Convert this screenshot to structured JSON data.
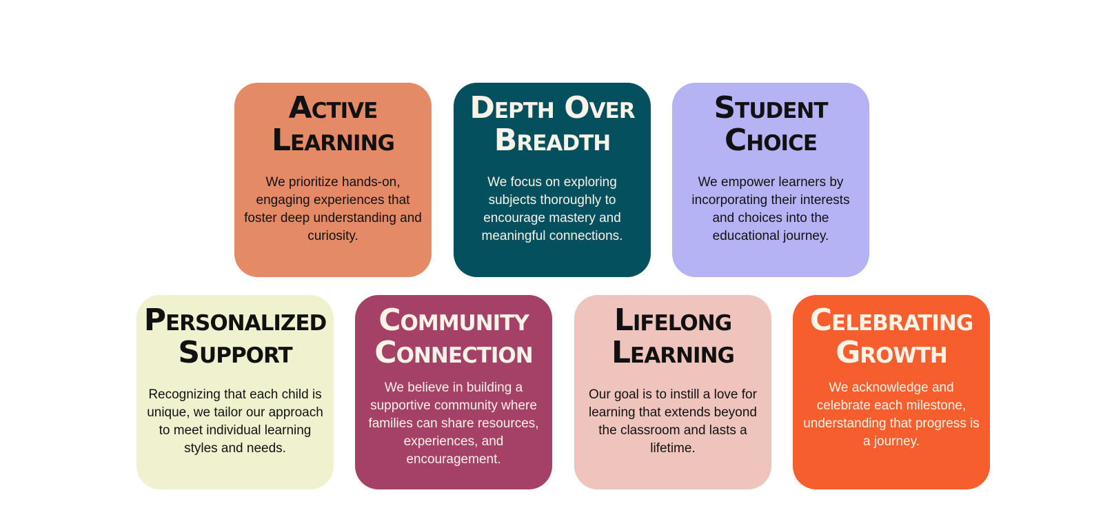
{
  "cards": [
    {
      "title_line1": "Active",
      "title_line2": "Learning",
      "description": "We prioritize hands-on, engaging experiences that foster deep understanding and curiosity.",
      "bg_color": "#E48A66",
      "text_color": "#111111"
    },
    {
      "title_line1": "Depth Over",
      "title_line2": "Breadth",
      "description": "We focus on exploring subjects thoroughly to encourage mastery and meaningful connections.",
      "bg_color": "#04505E",
      "text_color": "#FAF3E8"
    },
    {
      "title_line1": "Student",
      "title_line2": "Choice",
      "description": "We empower learners by incorporating their interests and choices into the educational journey.",
      "bg_color": "#B5B3F4",
      "text_color": "#111111"
    },
    {
      "title_line1": "Personalized",
      "title_line2": "Support",
      "description": "Recognizing that each child is unique, we tailor our approach to meet individual learning styles and needs.",
      "bg_color": "#F0F2CF",
      "text_color": "#111111"
    },
    {
      "title_line1": "Community",
      "title_line2": "Connection",
      "description": "We believe in building a supportive community where families can share resources, experiences, and encouragement.",
      "bg_color": "#A54067",
      "text_color": "#FAF3E8"
    },
    {
      "title_line1": "Lifelong",
      "title_line2": "Learning",
      "description": "Our goal is to instill a love for learning that extends beyond the classroom and lasts a lifetime.",
      "bg_color": "#EFC4BC",
      "text_color": "#111111"
    },
    {
      "title_line1": "Celebrating",
      "title_line2": "Growth",
      "description": "We acknowledge and celebrate each milestone, understanding that progress is a journey.",
      "bg_color": "#F65E2E",
      "text_color": "#FAF3E8"
    }
  ]
}
